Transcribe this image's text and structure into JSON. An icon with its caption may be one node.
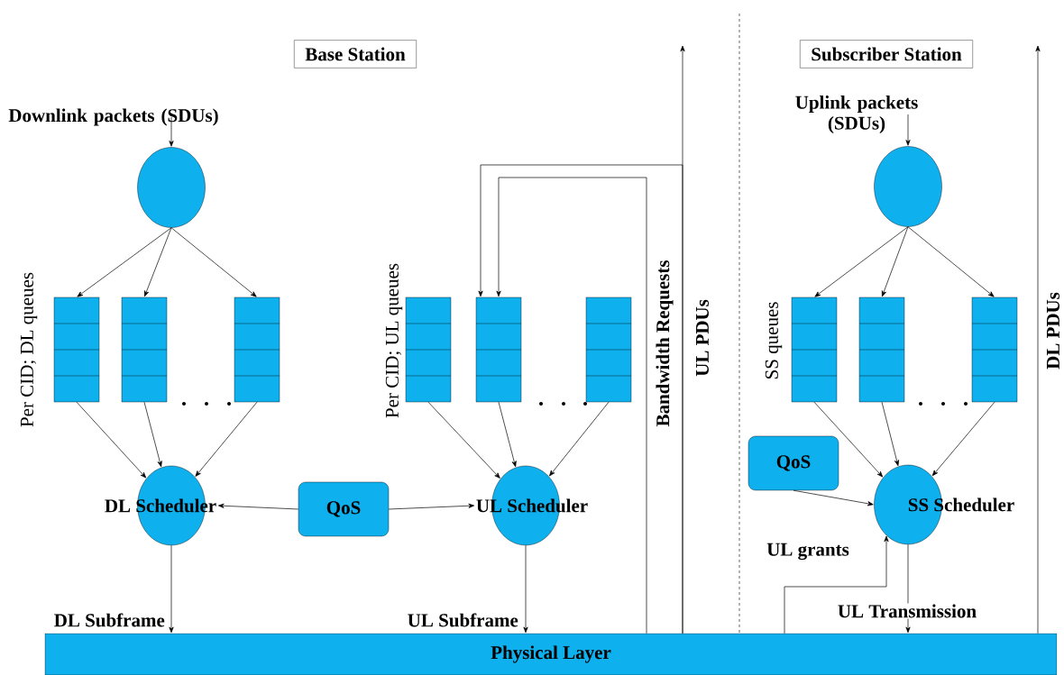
{
  "diagram": {
    "nodes": [
      {
        "text": [
          "Base Station"
        ]
      },
      {
        "text": [
          "Subscriber Station"
        ]
      },
      {
        "text": [
          "Downlink packets (SDUs)"
        ]
      },
      {
        "text": [],
        "shape": "circle"
      },
      {
        "text": [],
        "shape": "box",
        "beside": [
          "Per CID; DL queues"
        ]
      },
      {
        "text": [],
        "shape": "box"
      },
      {
        "text": [],
        "shape": "box"
      },
      {
        "text": [
          "DL Scheduler"
        ]
      },
      {
        "text": [
          "QoS"
        ]
      },
      {
        "text": [],
        "shape": "box",
        "beside": [
          "Per CID; UL queues"
        ]
      },
      {
        "text": [],
        "shape": "box"
      },
      {
        "text": [],
        "shape": "box"
      },
      {
        "text": [
          "UL Scheduler"
        ]
      },
      {
        "text": [
          "Uplink packets (SDUs)"
        ]
      },
      {
        "text": [],
        "shape": "circle"
      },
      {
        "text": [],
        "shape": "box",
        "beside": [
          "SS queues"
        ]
      },
      {
        "text": [],
        "shape": "box"
      },
      {
        "text": [],
        "shape": "box"
      },
      {
        "text": [
          "QoS"
        ]
      },
      {
        "text": [
          "SS Scheduler"
        ]
      },
      {
        "text": [
          "Physical Layer"
        ]
      }
    ],
    "edges": [
      {
        "from": 2,
        "to": 3,
        "arrow": "to"
      },
      {
        "from": 3,
        "to": 4,
        "arrow": "to"
      },
      {
        "from": 3,
        "to": 5,
        "arrow": "to"
      },
      {
        "from": 3,
        "to": 6,
        "arrow": "to"
      },
      {
        "from": 4,
        "to": 7,
        "arrow": "to"
      },
      {
        "from": 5,
        "to": 7,
        "arrow": "to"
      },
      {
        "from": 6,
        "to": 7,
        "arrow": "to"
      },
      {
        "from": 8,
        "to": 7,
        "arrow": "to"
      },
      {
        "from": 8,
        "to": 12,
        "arrow": "to"
      },
      {
        "from": 9,
        "to": 12,
        "arrow": "to"
      },
      {
        "from": 10,
        "to": 12,
        "arrow": "to"
      },
      {
        "from": 11,
        "to": 12,
        "arrow": "to"
      },
      {
        "from": 7,
        "to": 20,
        "arrow": "to",
        "label": "DL Subframe"
      },
      {
        "from": 12,
        "to": 20,
        "arrow": "to",
        "label": "UL Subframe"
      },
      {
        "from": 20,
        "to": 10,
        "arrow": "to",
        "label": "Bandwidth Requests"
      },
      {
        "from": 20,
        "to": 10,
        "arrow": "to"
      },
      {
        "from": 20,
        "to": null,
        "arrow": "to",
        "label": "UL PDUs"
      },
      {
        "from": 13,
        "to": 14,
        "arrow": "to"
      },
      {
        "from": 14,
        "to": 15,
        "arrow": "to"
      },
      {
        "from": 14,
        "to": 16,
        "arrow": "to"
      },
      {
        "from": 14,
        "to": 17,
        "arrow": "to"
      },
      {
        "from": 15,
        "to": 19,
        "arrow": "to"
      },
      {
        "from": 16,
        "to": 19,
        "arrow": "to"
      },
      {
        "from": 17,
        "to": 19,
        "arrow": "to"
      },
      {
        "from": 18,
        "to": 19,
        "arrow": "to"
      },
      {
        "from": 19,
        "to": 20,
        "arrow": "to",
        "label": "UL Transmission"
      },
      {
        "from": 20,
        "to": 19,
        "arrow": "to",
        "label": "UL grants"
      },
      {
        "from": 20,
        "to": null,
        "arrow": "to",
        "label": "DL PDUs"
      }
    ]
  }
}
